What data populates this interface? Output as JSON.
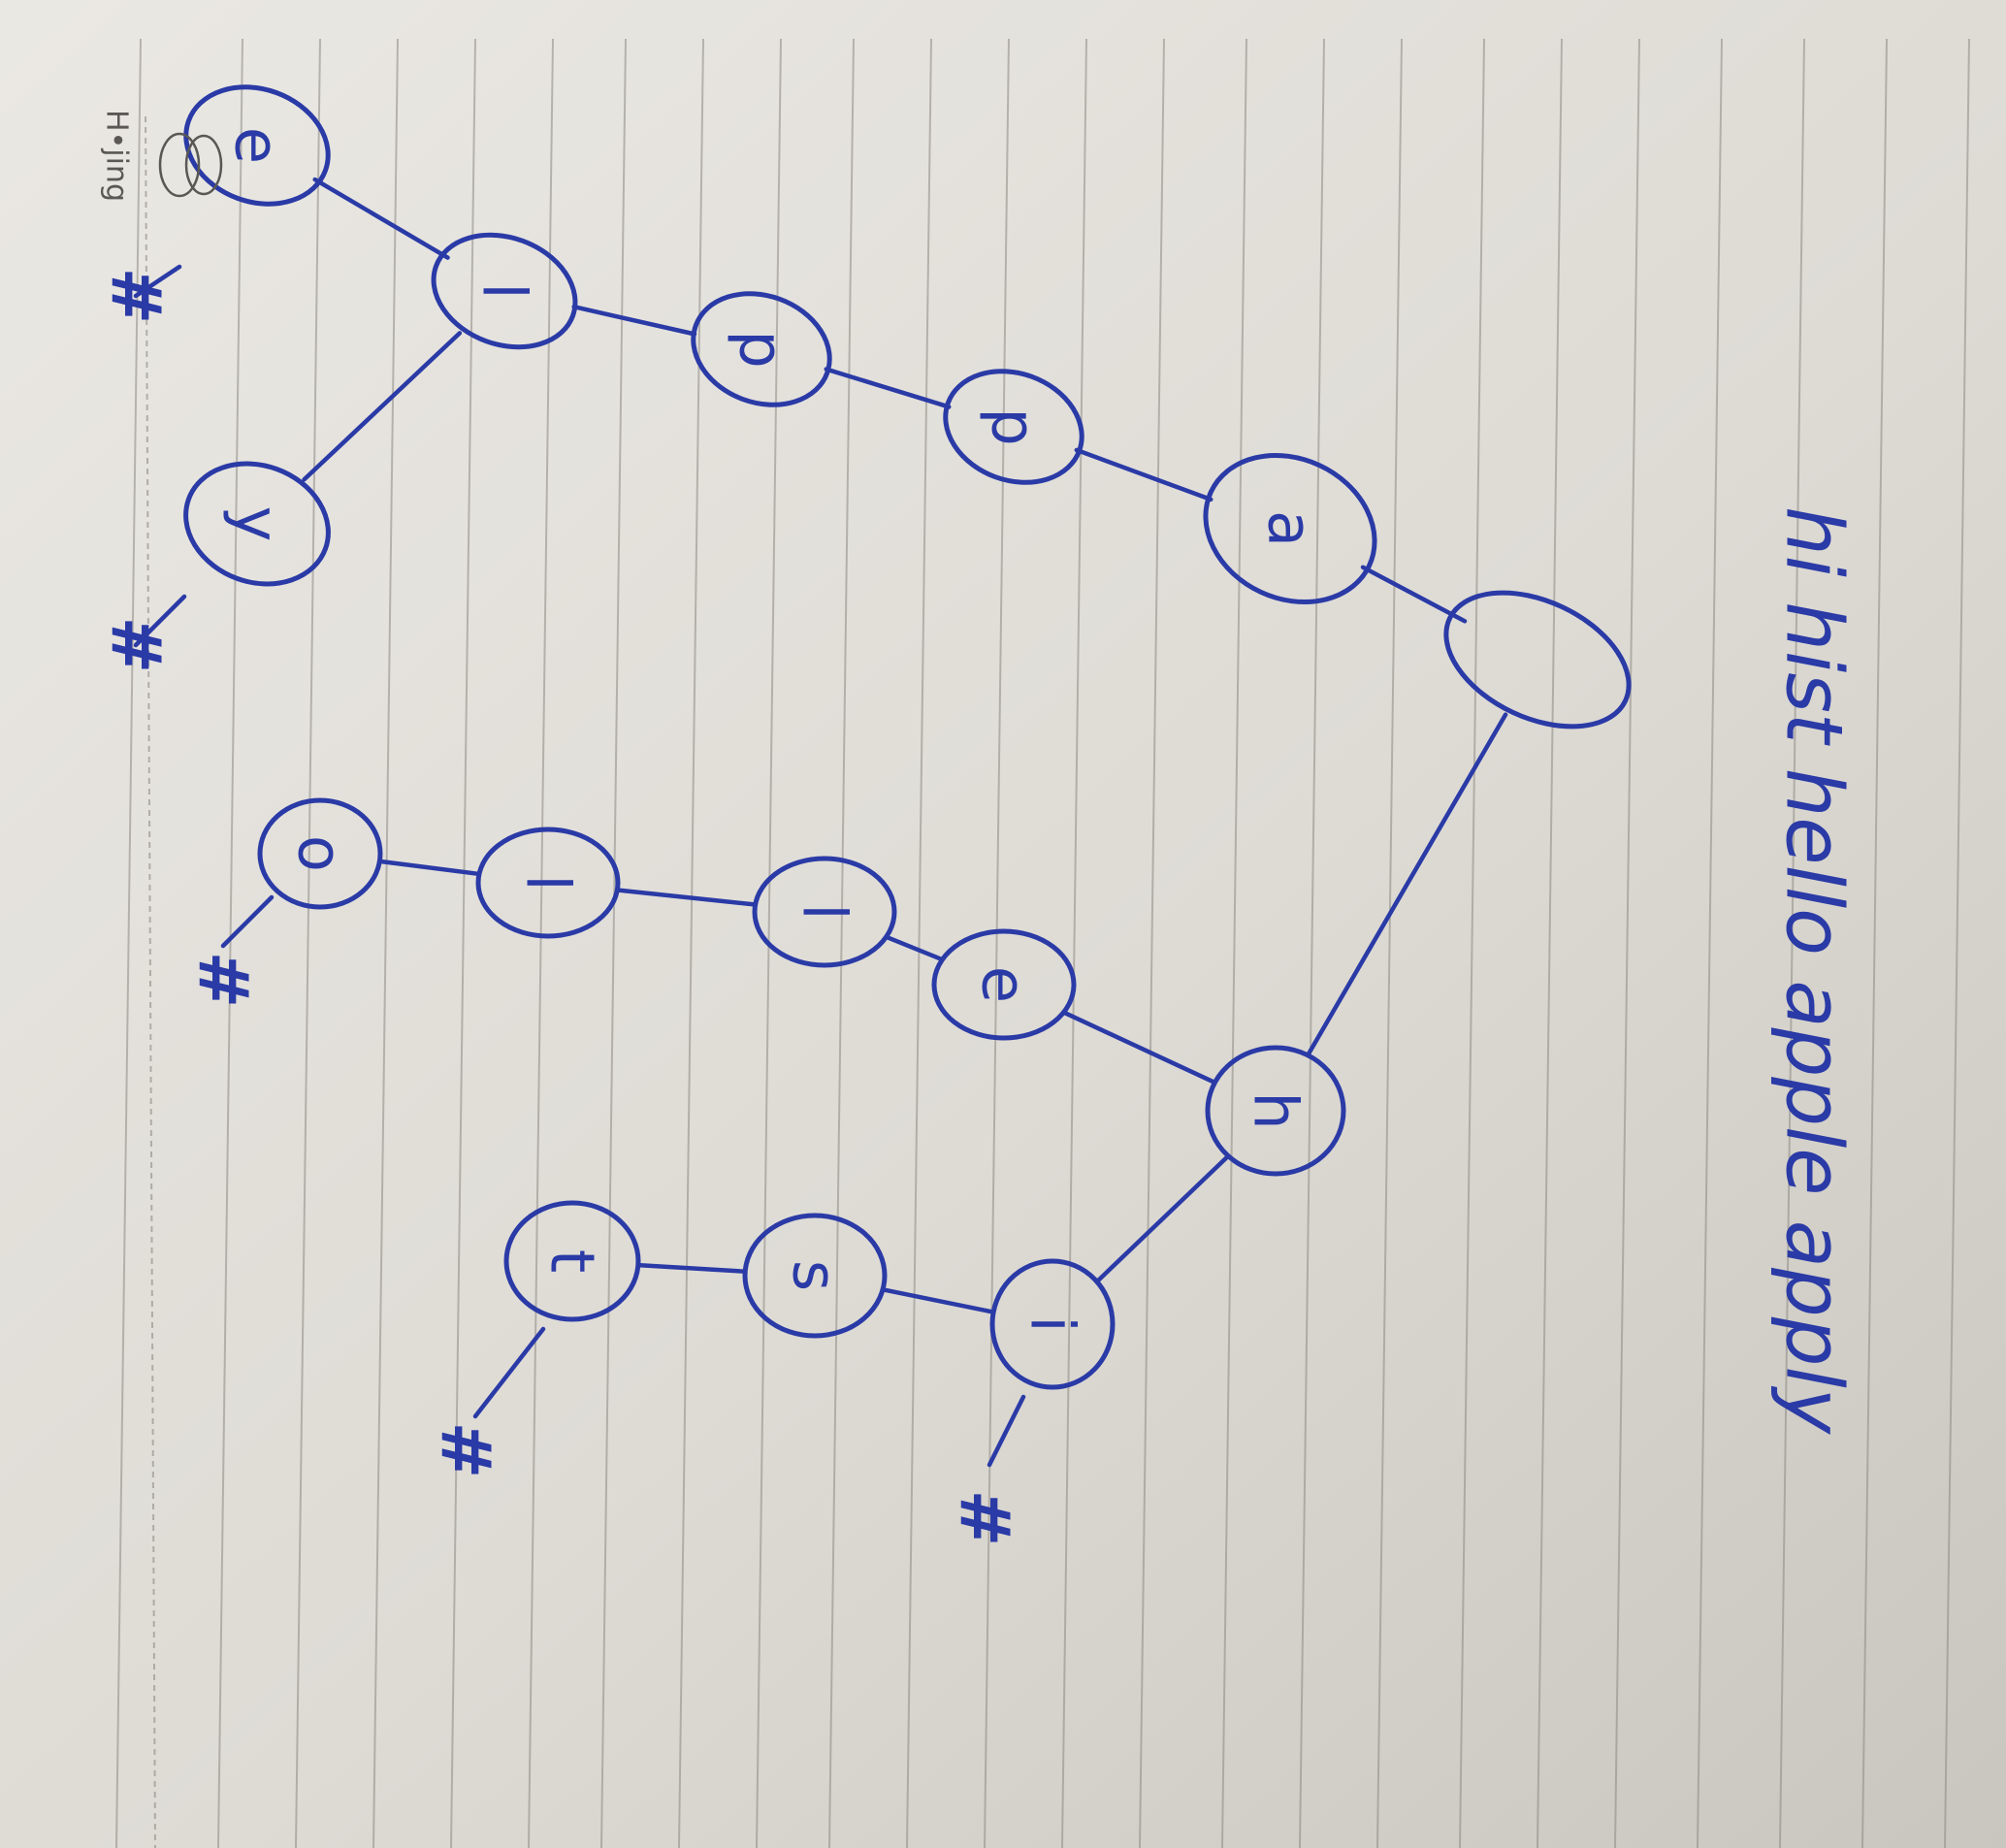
{
  "title": "hi hist hello apple apply",
  "logo": "H•jing",
  "tree": {
    "root": {
      "letter": ""
    },
    "nodes": [
      {
        "id": "a",
        "letter": "a",
        "parent": "root"
      },
      {
        "id": "p1",
        "letter": "p",
        "parent": "a"
      },
      {
        "id": "p2",
        "letter": "p",
        "parent": "p1"
      },
      {
        "id": "l1",
        "letter": "l",
        "parent": "p2"
      },
      {
        "id": "e1",
        "letter": "e",
        "parent": "l1",
        "end": "#"
      },
      {
        "id": "y",
        "letter": "y",
        "parent": "l1",
        "end": "#"
      },
      {
        "id": "h",
        "letter": "h",
        "parent": "root"
      },
      {
        "id": "e2",
        "letter": "e",
        "parent": "h"
      },
      {
        "id": "l2",
        "letter": "l",
        "parent": "e2"
      },
      {
        "id": "l3",
        "letter": "l",
        "parent": "l2"
      },
      {
        "id": "o",
        "letter": "o",
        "parent": "l3",
        "end": "#"
      },
      {
        "id": "i",
        "letter": "i",
        "parent": "h",
        "end": "#"
      },
      {
        "id": "s",
        "letter": "s",
        "parent": "i"
      },
      {
        "id": "t",
        "letter": "t",
        "parent": "s",
        "end": "#"
      }
    ]
  },
  "colors": {
    "ink": "#2a3aa6",
    "paper": "#e2dfd9",
    "rule": "#8d8a84"
  }
}
